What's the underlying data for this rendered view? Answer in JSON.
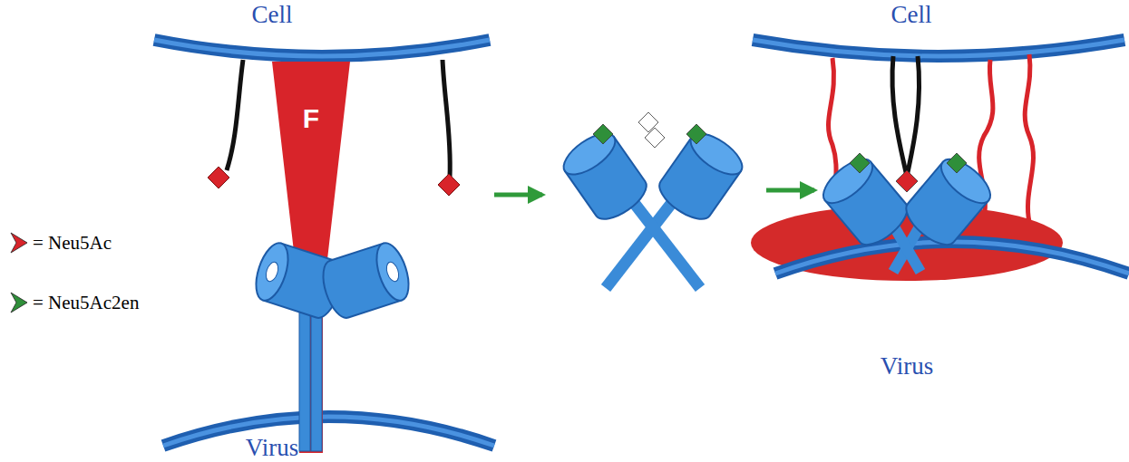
{
  "diagram": {
    "nodes": [
      {
        "text": [
          "F"
        ]
      }
    ],
    "labels": [
      "Cell",
      "Virus",
      "Cell",
      "Virus"
    ],
    "legend": [
      {
        "text": "= Neu5Ac",
        "color": "#d8242a"
      },
      {
        "text": "= Neu5Ac2en",
        "color": "#2f8f3a"
      }
    ]
  }
}
